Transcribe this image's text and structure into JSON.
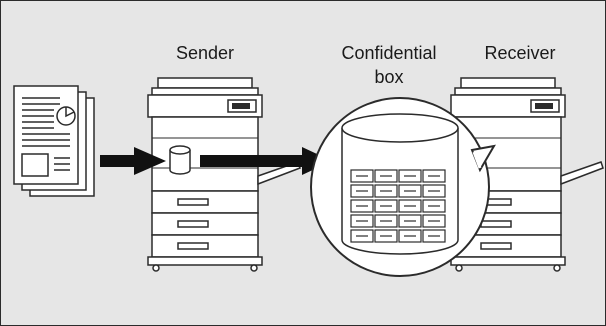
{
  "labels": {
    "sender": "Sender",
    "box_line1": "Confidential",
    "box_line2": "box",
    "receiver": "Receiver"
  },
  "colors": {
    "background": "#e6e6e6",
    "outline": "#2b2b2b",
    "fill": "#ffffff",
    "arrow": "#111111"
  }
}
